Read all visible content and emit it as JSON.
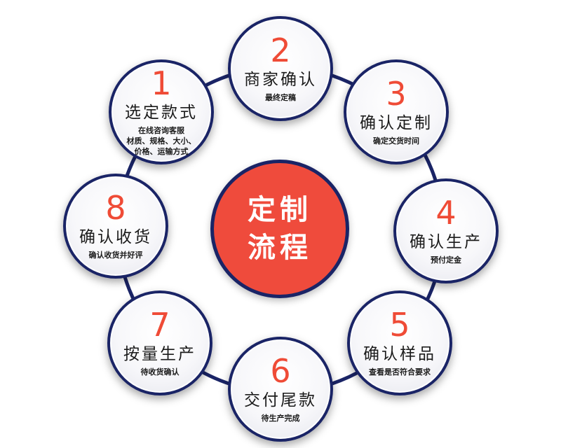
{
  "diagram": {
    "center_title_line1": "定制",
    "center_title_line2": "流程",
    "steps": [
      {
        "number": "1",
        "title": "选定款式",
        "desc": "在线咨询客服\n材质、规格、大小、\n价格、运输方式"
      },
      {
        "number": "2",
        "title": "商家确认",
        "desc": "最终定稿"
      },
      {
        "number": "3",
        "title": "确认定制",
        "desc": "确定交货时间"
      },
      {
        "number": "4",
        "title": "确认生产",
        "desc": "预付定金"
      },
      {
        "number": "5",
        "title": "确认样品",
        "desc": "查看是否符合要求"
      },
      {
        "number": "6",
        "title": "交付尾款",
        "desc": "待生产完成"
      },
      {
        "number": "7",
        "title": "按量生产",
        "desc": "待收货确认"
      },
      {
        "number": "8",
        "title": "确认收货",
        "desc": "确认收货并好评"
      }
    ],
    "colors": {
      "accent_red": "#ef4b36",
      "ring_navy": "#1a2466",
      "text_dark": "#1b1b1b"
    }
  }
}
